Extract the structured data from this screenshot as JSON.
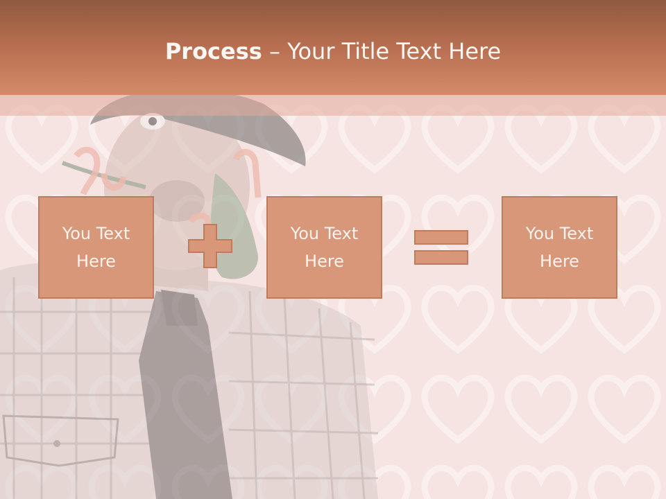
{
  "slide": {
    "title_bold": "Process",
    "title_rest": " – Your Title Text Here",
    "boxes": [
      {
        "line1": "You Text",
        "line2": "Here"
      },
      {
        "line1": "You Text",
        "line2": "Here"
      },
      {
        "line1": "You Text",
        "line2": "Here"
      }
    ],
    "operators": [
      "plus-icon",
      "equals-icon"
    ]
  },
  "colors": {
    "title_band_top": "#8f5a40",
    "title_band_bottom": "#d48a68",
    "box_fill": "#d9977a",
    "box_border": "#bf7b5e",
    "background": "#f7e6e4"
  },
  "background_image": "faded photo of a man in a flat cap holding flowers in mouth with glasses, on pink heart-pattern background"
}
